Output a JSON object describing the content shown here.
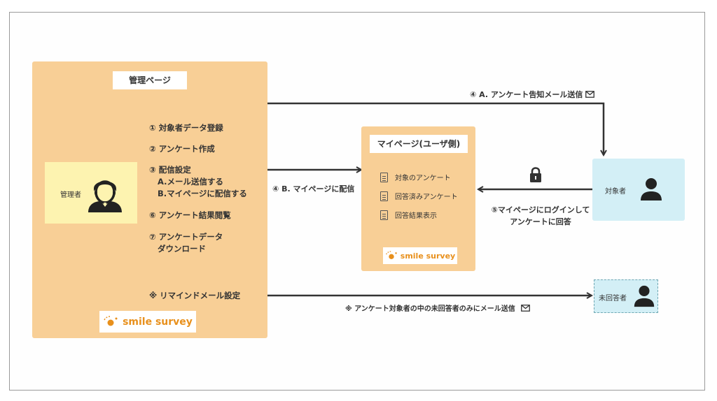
{
  "admin": {
    "title": "管理ページ",
    "role_label": "管理者",
    "steps": [
      "① 対象者データ登録",
      "② アンケート作成",
      "③ 配信設定",
      "A.メール送信する",
      "B.マイページに配信する",
      "⑥ アンケート結果閲覧",
      "⑦ アンケートデータ",
      "ダウンロード",
      "※ リマインドメール設定"
    ],
    "logo_text": "smile survey"
  },
  "mypage": {
    "title": "マイページ(ユーザ側)",
    "items": [
      "対象のアンケート",
      "回答済みアンケート",
      "回答結果表示"
    ],
    "logo_text": "smile survey"
  },
  "target": {
    "label": "対象者"
  },
  "non_respondent": {
    "label": "未回答者"
  },
  "edges": {
    "mail_send": "④ A. アンケート告知メール送信",
    "mypage_deliver": "④ B. マイページに配信",
    "login_answer_1": "⑤マイページにログインして",
    "login_answer_2": "アンケートに回答",
    "remind": "※ アンケート対象者の中の未回答者のみにメール送信"
  },
  "colors": {
    "panel_orange": "#f8cf96",
    "admin_icon_bg": "#fdf3b0",
    "target_bg": "#d3eff6",
    "logo_orange": "#e8901c",
    "arrow": "#333333"
  }
}
